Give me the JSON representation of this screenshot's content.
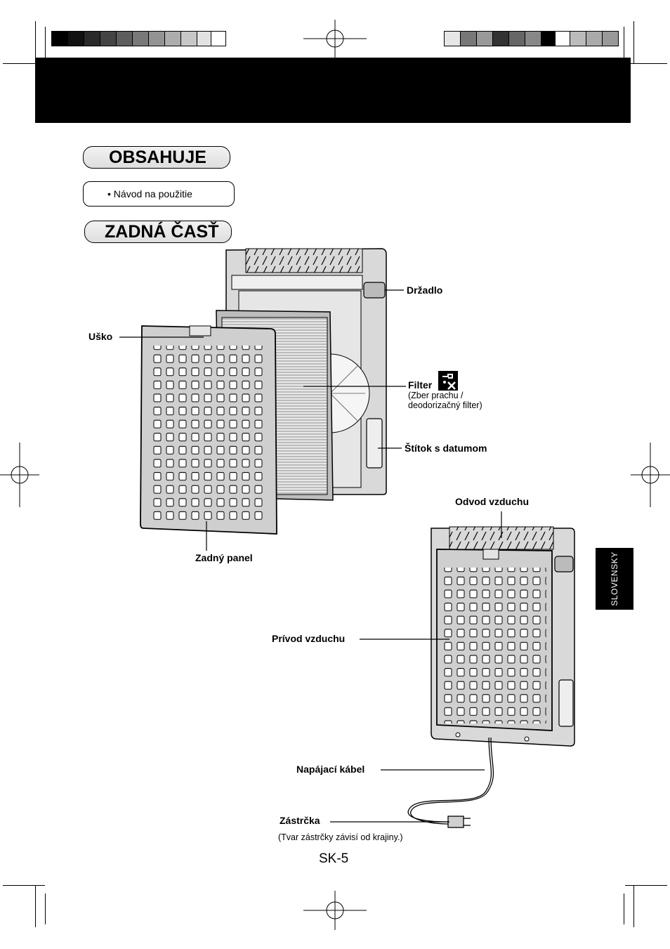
{
  "sections": {
    "contents": {
      "title": "OBSAHUJE",
      "items": [
        "• Návod na použitie"
      ]
    },
    "rear": {
      "title": "ZADNÁ ČASŤ"
    }
  },
  "labels": {
    "handle": "Držadlo",
    "tab": "Uško",
    "filter": "Filter",
    "filter_note_1": "(Zber prachu /",
    "filter_note_2": "deodorizačný filter)",
    "date_label": "Štítok s datumom",
    "air_outlet": "Odvod vzduchu",
    "rear_panel": "Zadný panel",
    "air_inlet": "Prívod vzduchu",
    "power_cord": "Napájací kábel",
    "plug": "Zástrčka",
    "plug_note": "(Tvar zástrčky závisí od krajiny.)"
  },
  "side_tab": {
    "language": "SLOVENSKY"
  },
  "footer": {
    "page_number": "SK-5"
  },
  "icons": {
    "filter_icon": "wash-filter-icon"
  },
  "colors": {
    "header": "#000000",
    "pill_fill": "#e6e6e6",
    "device_fill": "#d9d9d9",
    "panel_fill": "#cfcfcf"
  }
}
